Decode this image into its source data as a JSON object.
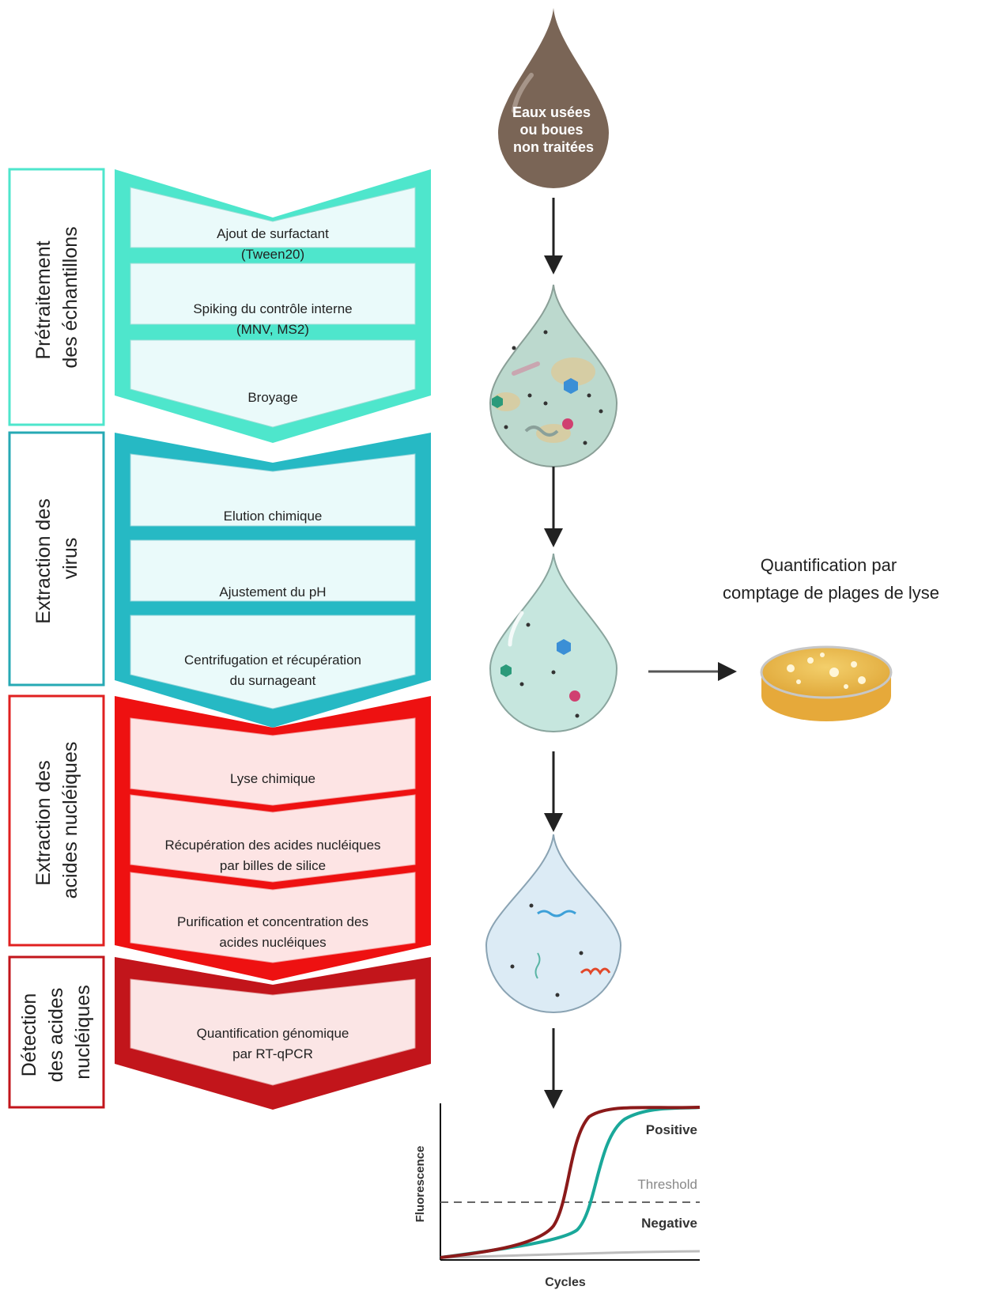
{
  "sections": [
    {
      "label_lines": [
        "Prétraitement",
        "des échantillons"
      ],
      "color": "#4ee6cc",
      "steps": [
        [
          "Ajout de surfactant",
          "(Tween20)"
        ],
        [
          "Spiking du contrôle interne",
          "(MNV, MS2)"
        ],
        [
          "Broyage"
        ]
      ]
    },
    {
      "label_lines": [
        "Extraction des",
        "virus"
      ],
      "color": "#26b9c4",
      "steps": [
        [
          "Elution chimique"
        ],
        [
          "Ajustement du pH"
        ],
        [
          "Centrifugation et récupération",
          "du surnageant"
        ]
      ]
    },
    {
      "label_lines": [
        "Extraction des",
        "acides nucléiques"
      ],
      "color": "#ee1111",
      "steps": [
        [
          "Lyse chimique"
        ],
        [
          "Récupération des acides nucléiques",
          "par billes de silice"
        ],
        [
          "Purification et concentration des",
          "acides nucléiques"
        ]
      ]
    },
    {
      "label_lines": [
        "Détection",
        "des acides",
        "nucléiques"
      ],
      "color": "#c2151b",
      "steps": [
        [
          "Quantification génomique",
          "par RT-qPCR"
        ]
      ]
    }
  ],
  "drop1": {
    "lines": [
      "Eaux usées",
      "ou boues",
      "non traitées"
    ],
    "color": "#7a6556"
  },
  "side": {
    "lines": [
      "Quantification par",
      "comptage de plages de lyse"
    ]
  },
  "qpcr": {
    "xlabel": "Cycles",
    "ylabel": "Fluorescence",
    "positive_label": "Positive",
    "threshold_label": "Threshold",
    "negative_label": "Negative",
    "colors": {
      "early": "#8b1a1a",
      "late": "#1aa89a",
      "negative": "#bdbdbd",
      "threshold": "#666666"
    }
  }
}
